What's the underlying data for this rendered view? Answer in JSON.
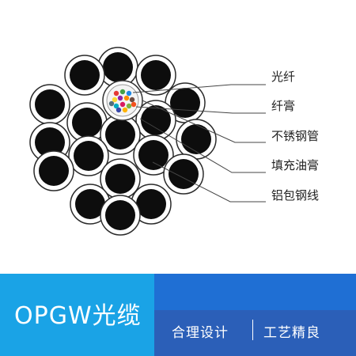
{
  "labels": [
    "光纤",
    "纤膏",
    "不锈钢管",
    "填充油膏",
    "铝包钢线"
  ],
  "banner": {
    "title": "OPGW光缆",
    "slogan_left": "合理设计",
    "slogan_right": "工艺精良",
    "colors": {
      "left": "#1aa3e6",
      "right": "#1f6fd4",
      "stripe": "#2b5fb8"
    }
  }
}
